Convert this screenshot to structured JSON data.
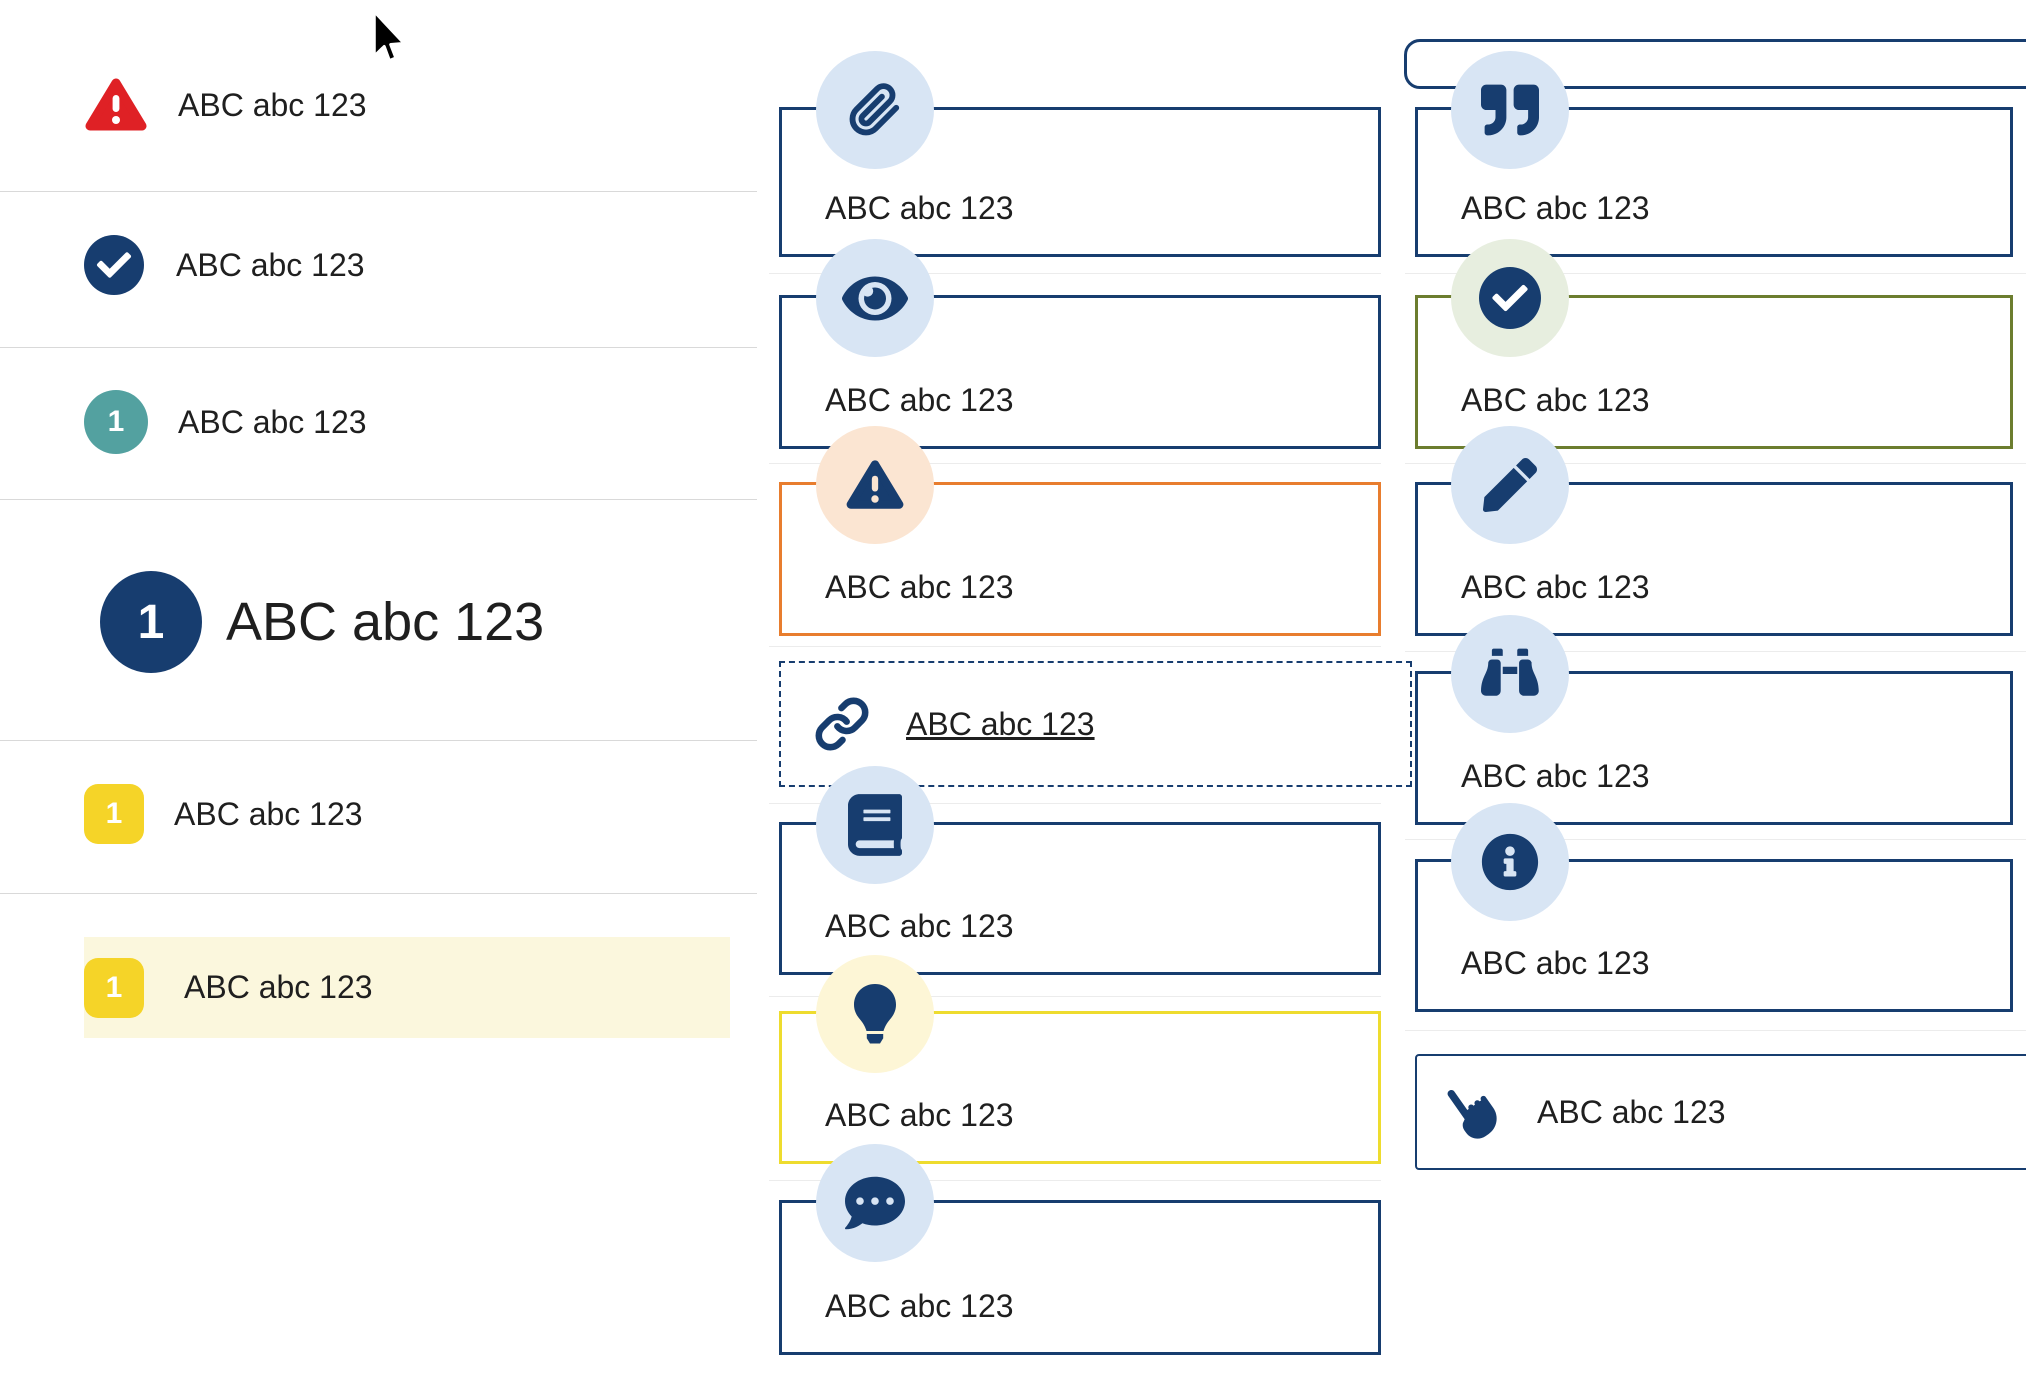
{
  "placeholder": "ABC abc 123",
  "colors": {
    "navy": "#173d6f",
    "light_blue": "#d8e5f4",
    "red": "#df2125",
    "teal": "#53a1a0",
    "yellow": "#f5d428",
    "yellow_highlight_bg": "#fbf7dd",
    "orange": "#e87d2e",
    "light_orange": "#fbe5d2",
    "olive_green": "#6c7d2f",
    "light_green": "#e7eedf",
    "yellow_border": "#eedc2e",
    "light_yellow": "#fdf6d6",
    "divider": "#d9d9d9",
    "text": "#1f1f1f"
  },
  "left_list": {
    "items": [
      {
        "icon": "warning-icon",
        "label": "ABC abc 123"
      },
      {
        "icon": "check-circle-icon",
        "label": "ABC abc 123"
      },
      {
        "icon": "number-badge-circle-teal",
        "badge": "1",
        "label": "ABC abc 123"
      },
      {
        "icon": "number-badge-circle-navy-large",
        "badge": "1",
        "label": "ABC abc 123"
      },
      {
        "icon": "number-badge-square-yellow",
        "badge": "1",
        "label": "ABC abc 123"
      },
      {
        "icon": "number-badge-square-yellow",
        "badge": "1",
        "label": "ABC abc 123",
        "highlighted": true
      }
    ]
  },
  "middle_cards": [
    {
      "icon": "paperclip-icon",
      "label": "ABC abc 123",
      "variant": "navy"
    },
    {
      "icon": "eye-icon",
      "label": "ABC abc 123",
      "variant": "navy"
    },
    {
      "icon": "warning-icon",
      "label": "ABC abc 123",
      "variant": "orange"
    },
    {
      "icon": "link-icon",
      "label": "ABC abc 123",
      "variant": "dashed-link"
    },
    {
      "icon": "book-icon",
      "label": "ABC abc 123",
      "variant": "navy"
    },
    {
      "icon": "lightbulb-icon",
      "label": "ABC abc 123",
      "variant": "yellow"
    },
    {
      "icon": "comment-dots-icon",
      "label": "ABC abc 123",
      "variant": "navy"
    }
  ],
  "right_cards": [
    {
      "icon": "quote-icon",
      "label": "ABC abc 123",
      "variant": "navy"
    },
    {
      "icon": "check-circle-icon",
      "label": "ABC abc 123",
      "variant": "green"
    },
    {
      "icon": "pencil-icon",
      "label": "ABC abc 123",
      "variant": "navy"
    },
    {
      "icon": "binoculars-icon",
      "label": "ABC abc 123",
      "variant": "navy"
    },
    {
      "icon": "info-circle-icon",
      "label": "ABC abc 123",
      "variant": "navy"
    },
    {
      "icon": "hand-point-icon",
      "label": "ABC abc 123",
      "variant": "outline"
    }
  ]
}
